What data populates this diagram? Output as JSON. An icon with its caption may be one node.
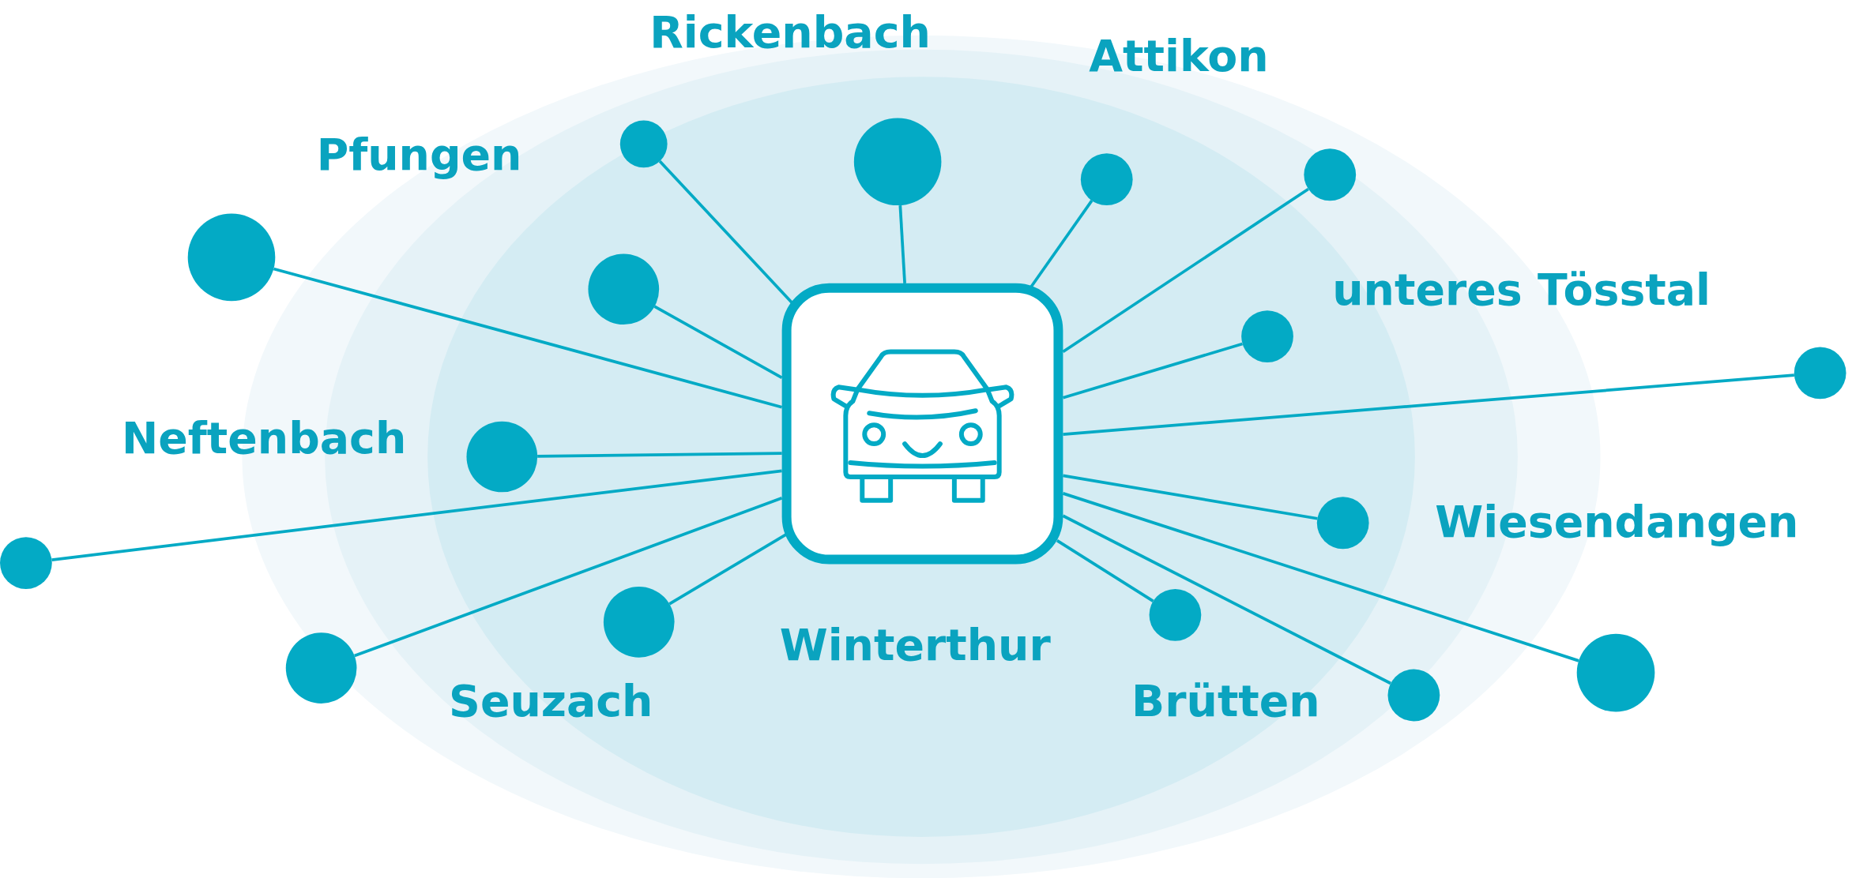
{
  "diagram": {
    "nodes": [
      {
        "text": [],
        "shape": "picture"
      },
      {
        "text": [],
        "shape": "circle"
      },
      {
        "text": [],
        "shape": "circle"
      },
      {
        "text": [],
        "shape": "circle"
      },
      {
        "text": [],
        "shape": "circle"
      },
      {
        "text": [],
        "shape": "circle"
      },
      {
        "text": [],
        "shape": "circle"
      },
      {
        "text": [],
        "shape": "circle"
      },
      {
        "text": [],
        "shape": "circle"
      },
      {
        "text": [],
        "shape": "circle"
      },
      {
        "text": [],
        "shape": "circle"
      },
      {
        "text": [],
        "shape": "circle"
      },
      {
        "text": [],
        "shape": "circle"
      },
      {
        "text": [],
        "shape": "circle"
      },
      {
        "text": [],
        "shape": "circle"
      },
      {
        "text": [],
        "shape": "circle"
      },
      {
        "text": [],
        "shape": "circle"
      }
    ],
    "edges": [
      {
        "from": 0,
        "to": 1,
        "arrow": "none"
      },
      {
        "from": 0,
        "to": 2,
        "arrow": "none"
      },
      {
        "from": 0,
        "to": 3,
        "arrow": "none"
      },
      {
        "from": 0,
        "to": 4,
        "arrow": "none"
      },
      {
        "from": 0,
        "to": 5,
        "arrow": "none"
      },
      {
        "from": 0,
        "to": 6,
        "arrow": "none"
      },
      {
        "from": 0,
        "to": 7,
        "arrow": "none"
      },
      {
        "from": 0,
        "to": 8,
        "arrow": "none"
      },
      {
        "from": 0,
        "to": 9,
        "arrow": "none"
      },
      {
        "from": 0,
        "to": 10,
        "arrow": "none"
      },
      {
        "from": 0,
        "to": 11,
        "arrow": "none"
      },
      {
        "from": 0,
        "to": 12,
        "arrow": "none"
      },
      {
        "from": 0,
        "to": 13,
        "arrow": "none"
      },
      {
        "from": 0,
        "to": 14,
        "arrow": "none"
      },
      {
        "from": 0,
        "to": 15,
        "arrow": "none"
      },
      {
        "from": 0,
        "to": 16,
        "arrow": "none"
      }
    ],
    "labels": [
      "Rickenbach",
      "Attikon",
      "Pfungen",
      "unteres Tösstal",
      "Neftenbach",
      "Wiesendangen",
      "Winterthur",
      "Seuzach",
      "Brütten"
    ]
  }
}
